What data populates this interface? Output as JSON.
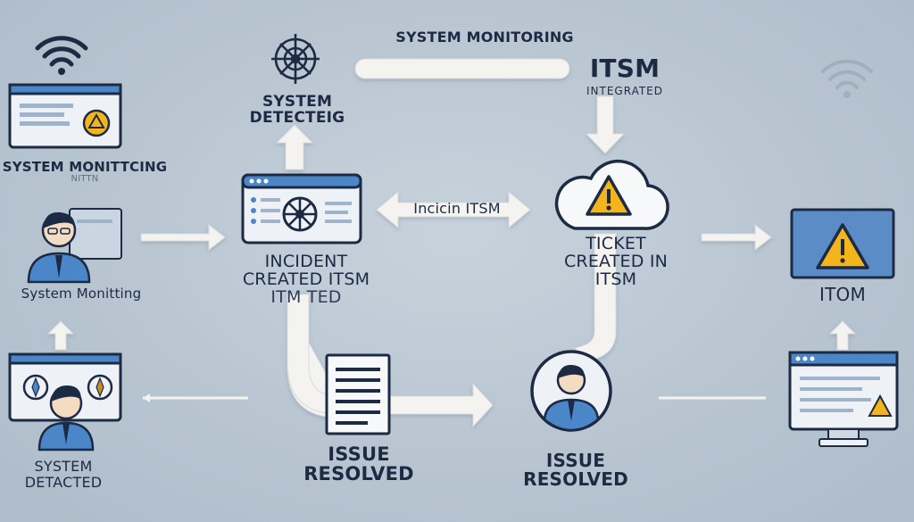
{
  "labels": {
    "top_center": "SYSTEM MONITORING",
    "itsm_title": "ITSM",
    "itsm_sub": "INTEGRATED",
    "system_detecting_1": "SYSTEM",
    "system_detecting_2": "DETECTEIG",
    "left_top_1": "SYSTEM MONITTCING",
    "left_top_2": "NITTN",
    "left_mid": "System Monitting",
    "left_bottom_1": "SYSTEM",
    "left_bottom_2": "DETACTED",
    "incident_1": "INCIDENT",
    "incident_2": "CREATED ITSM",
    "incident_3": "ITM TED",
    "arrow_badge": "Incicin ITSM",
    "ticket_1": "TICKET",
    "ticket_2": "CREATED IN",
    "ticket_3": "ITSM",
    "itom": "ITOM",
    "issue_a_1": "ISSUE",
    "issue_a_2": "RESOLVED",
    "issue_b_1": "ISSUE",
    "issue_b_2": "RESOLVED"
  },
  "icons": [
    "wifi-icon",
    "monitor-warning-icon",
    "person-icon",
    "radar-icon",
    "dashboard-window-icon",
    "cloud-warning-icon",
    "warning-monitor-icon",
    "document-icon",
    "user-circle-icon",
    "browser-warning-icon",
    "wifi-faded-icon"
  ],
  "colors": {
    "accent_blue": "#4a86c8",
    "navy": "#1c2a44",
    "warning": "#f3b51b",
    "arrow": "#f4f3ef",
    "panel": "#eef2f6"
  }
}
